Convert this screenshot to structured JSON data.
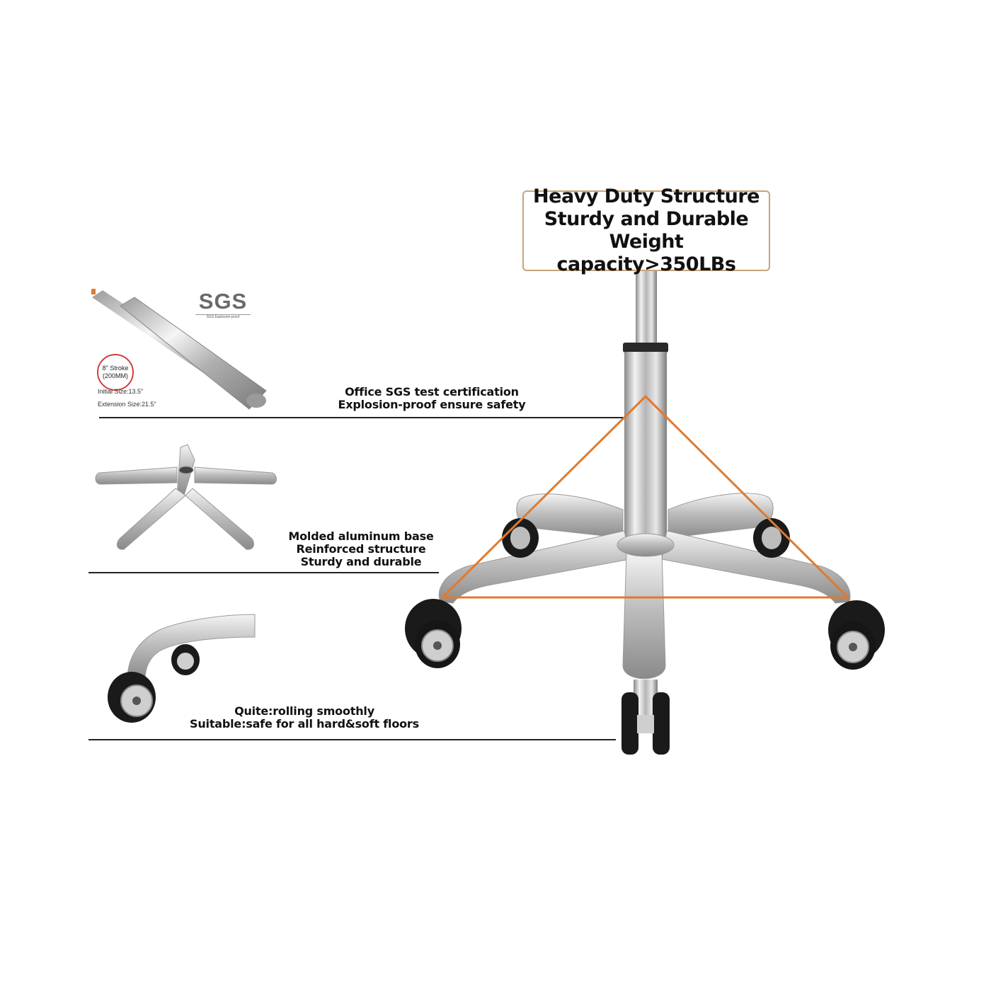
{
  "headline": {
    "line1": "Heavy Duty Structure",
    "line2": "Sturdy and Durable",
    "line3": "Weight capacity>350LBs"
  },
  "gas_lift": {
    "logo": "SGS",
    "logo_sub": "SGS Explosion-proof",
    "stroke_line1": "8\" Stroke",
    "stroke_line2": "(200MM)",
    "initial_size": "Initial Size:13.5\"",
    "extension_size": "Extension Size:21.5\"",
    "caption_line1": "Office SGS test certification",
    "caption_line2": "Explosion-proof ensure safety"
  },
  "base": {
    "caption_line1": "Molded aluminum base",
    "caption_line2": "Reinforced structure",
    "caption_line3": "Sturdy and durable"
  },
  "casters": {
    "caption_line1": "Quite:rolling smoothly",
    "caption_line2": "Suitable:safe for all hard&soft floors"
  },
  "colors": {
    "accent_orange": "#e07a2e",
    "box_border": "#c9a37a",
    "divider": "#222222",
    "chrome": "#c8c8c8",
    "wheel": "#1a1a1a"
  }
}
